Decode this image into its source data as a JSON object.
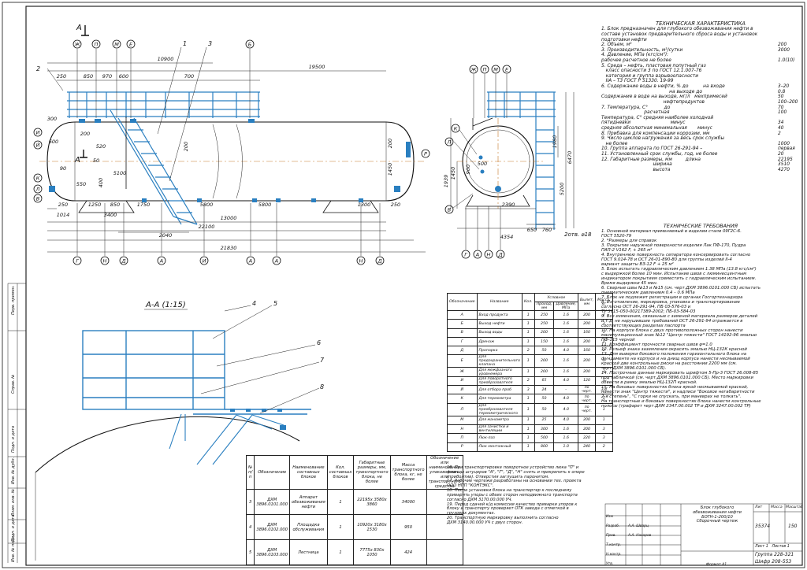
{
  "section_label": "А-А (1:15)",
  "view_marker": "А",
  "letters_top": [
    "Ж",
    "П",
    "М",
    "Е",
    "Б"
  ],
  "letters_side_top": [
    "Ж",
    "П",
    "М",
    "Е"
  ],
  "letters_bottom": [
    "Г",
    "Н",
    "Д",
    "А",
    "И",
    "А",
    "А",
    "Н",
    "Д"
  ],
  "letters_side_bottom": [
    "Г",
    "А",
    "Н",
    "Д"
  ],
  "letters_left": [
    "И",
    "Й",
    "К",
    "Л",
    "В"
  ],
  "letters_side_left": [
    "К",
    "Л",
    "В"
  ],
  "letter_right": "Р",
  "callouts_main": [
    "1",
    "2",
    "3"
  ],
  "callouts_section": [
    "4",
    "5",
    "6",
    "7",
    "8"
  ],
  "dims_main": {
    "d10900": "10900",
    "d19500": "19500",
    "d250": "250",
    "d850": "850",
    "d970": "970",
    "d600": "600",
    "d700": "700",
    "d300": "300",
    "d200": "200",
    "d600b": "600",
    "d520": "520",
    "d5100": "5100",
    "d50": "50",
    "d90": "90",
    "d550": "550",
    "d400": "400",
    "d200c": "200",
    "d1450": "1450",
    "d200r": "200",
    "d250b": "250",
    "d1250": "1250",
    "d850b": "850",
    "d1750": "1750",
    "d5800": "5800",
    "d5800b": "5800",
    "d1300": "1300",
    "d1014": "1014",
    "d3400": "3400",
    "d13000": "13000",
    "d22100": "22100",
    "d2040": "2040",
    "d21830": "21830",
    "d250c": "250"
  },
  "dims_side": {
    "d1939": "1939",
    "d1450": "1450",
    "d900": "900",
    "d500": "500",
    "d2390": "2390",
    "d4354": "4354",
    "d650": "650",
    "d760": "760",
    "d5200": "5200",
    "d6470": "6470",
    "d1980": "1980",
    "note_holes": "2отв. ⌀18"
  },
  "tech_char": {
    "title": "ТЕХНИЧЕСКАЯ ХАРАКТЕРИСТИКА",
    "lines": [
      {
        "t": "1. Блок предназначен для глубокого обезвоживания нефти в",
        "v": ""
      },
      {
        "t": "составе установок предварительного сброса воды и установок",
        "v": ""
      },
      {
        "t": "подготовки нефти",
        "v": ""
      },
      {
        "t": "2. Объем, м³",
        "v": "200"
      },
      {
        "t": "3. Производительность, м³/сутки",
        "v": "3000"
      },
      {
        "t": "4. Давление, МПа (кгс/см²):",
        "v": ""
      },
      {
        "t": "рабочее расчетное не более",
        "v": "1.0(10)"
      },
      {
        "t": "5. Среда – нефть, пластовая попутный газ",
        "v": ""
      },
      {
        "t": "   класс опасности 3 по ГОСТ 12.1.007-76",
        "v": ""
      },
      {
        "t": "   категория и группа взрывоопасности",
        "v": ""
      },
      {
        "t": "   IIА – Т3 ГОСТ Р 51330. 19-99",
        "v": ""
      },
      {
        "t": "6. Содержание воды в нефти, % до          на входе",
        "v": "3–20"
      },
      {
        "t": "                                              на выходе до",
        "v": "0.8"
      },
      {
        "t": "Содержание в воде на выходе, мг/л   мехпримесей",
        "v": "50"
      },
      {
        "t": "                                          нефтепродуктов",
        "v": "100–200"
      },
      {
        "t": "7. Температура, С°           до",
        "v": "70"
      },
      {
        "t": "                             расчетная",
        "v": "100"
      },
      {
        "t": "Температура, С° средняя наиболее холодной",
        "v": ""
      },
      {
        "t": "пятидневки                           минус",
        "v": "34"
      },
      {
        "t": "средняя абсолютная минимальная       минус",
        "v": "40"
      },
      {
        "t": "8. Прибавка для компенсации коррозии, мм",
        "v": "2"
      },
      {
        "t": "9. Число циклов нагружения за весь срок службы",
        "v": ""
      },
      {
        "t": "   не более",
        "v": "1000"
      },
      {
        "t": "10. Группа аппарата по ГОСТ 26-291-94 –",
        "v": "первая"
      },
      {
        "t": "11. Установленный срок службы, год, не более",
        "v": "20"
      },
      {
        "t": "12. Габаритные размеры, мм         длина",
        "v": "22195"
      },
      {
        "t": "                                   ширина",
        "v": "3510"
      },
      {
        "t": "                                   высота",
        "v": "4270"
      }
    ]
  },
  "tech_req": {
    "title": "ТЕХНИЧЕСКИЕ ТРЕБОВАНИЯ",
    "lines": [
      "1. Основной материал применяемый в изделии стали 09Г2С-6.",
      "ГОСТ 5520-79",
      "2. *Размеры для справок",
      "3. Покрытие наружной поверхности изделия Лак ПФ-170, Пудра",
      "ПАП-2 V162 F, + 265 м²",
      "4. Внутреннюю поверхность сепаратора консервировать согласно",
      "ГОСТ 9.014-78 и ОСТ 26-01-890-80 для группы изделий II-4",
      "вариант защиты ВЗ-12 F + 25 м²",
      "5. Блок испытать гидравлическим давлением 1.38 МПа (13.8 кгс/см²)",
      "с выдержкой более 10 мин. Испытание швов с люминесцентным",
      "индикатором покрытием совместить с гидравлическим испытанием.",
      "Время выдержки 45 мин.",
      "6. Сварные швы №13 и №15 (см. черт.ДХМ 3896.0101.000 СБ) испытать",
      "пневматическим давлением 0.4 – 0.6 МПа",
      "7. Блок не подлежит регистрации в органах Госгортехнадзора",
      "8. Изготовление, маркировка, упаковка и транспортирование",
      "согласно ОСТ 26-291-94, ПБ 03-576-03 и",
      "ТУ 3615-050-00217389-2002; ПБ-03-584-03",
      "9. Все изменения, связанные с заменой материала размеров деталей",
      "и т.д. не нарушившие требований ОСТ 26-291-94 отражается в",
      "соответствующих разделах паспорта",
      "10. На корпусе блока с двух противоположных сторон нанести",
      "манипуляционный знак №12 \"Центр тяжести\" ГОСТ 14192-96 эмалью",
      "ПФ-115 черной",
      "11. Коэффициент прочности сварных швов φ=1.0",
      "12. Рельеф знака заземления окрасить эмалью НЦ-132К красной",
      "13. Для выверки бокового положения горизонтального блока на",
      "фундаменте на корпусе и на днищ корпуса нанести несмываемой",
      "краской две контрольные риски на расстоянии 2200 мм (см.",
      "черт.ДХМ 3896.0101.000 СБ).",
      "14. Построчные данные маркировать шрифтом 5-Пр-3 ГОСТ 26.008-85",
      "под табличкой (см. черт.ДХМ 3896.0101.000 СБ). Место маркировки",
      "обвести в рамку эмалью НЦ-132П красной.",
      "15. На боковых поверхностях блока яркой несмываемой краской,",
      "нанести знак \"Центр тяжести\", и надписи \"Боковое негабаритности",
      "2-я степень\", \"С горки не спускать, при маневрах не толкать\".",
      "На транспортные и боковых поверхностях блока нанести контрольные",
      "полосы (трафарет черт.ДХМ 2347.00.002 ТР и ДХМ 3247.00.002 ТР)"
    ]
  },
  "notes_bottom": [
    "16. При транспортировке поворотное устройство люка \"П\" и",
    "фланцы штуцеров \"А\", \"Г\", \"Д\", \"Н\" снять и прикрепить к опоре",
    "(приболтив). Отверстия заглушить паронитом.",
    "17. Рабочие чертежи разработаны на основании тех. проекта",
    "ООО НПП \"КОНТЭКС\".",
    "18. После установки блока на транспортер к последнему",
    "приварить упоры с обеих сторон неподвижного транспорта",
    "согласно ДХМ 3170.00.000 УЧ.",
    "19. Перед сдачей к/д комиссии качество приварки упоров к",
    "блоку и транспорту проверяет ОТК завода с отметкой в",
    "грузовых документах.",
    "20. Транспортную маркировку выполнить согласно",
    "ДХМ 3140.00.000 УЧ с двух сторон."
  ],
  "nozzle_table": {
    "headers": [
      "Обозначение",
      "Название",
      "Кол.",
      "Проход, мм",
      "Давление, МПа",
      "Вылет, мм",
      "Масса, кг"
    ],
    "group_header": "Условное",
    "rows": [
      [
        "А",
        "Вход продукта",
        "1",
        "250",
        "1.6",
        "200",
        "2"
      ],
      [
        "Б",
        "Выход нефти",
        "1",
        "250",
        "1.6",
        "200",
        "3"
      ],
      [
        "В",
        "Выход воды",
        "1",
        "200",
        "1.6",
        "160",
        "1"
      ],
      [
        "Г",
        "Дренаж",
        "1",
        "150",
        "1.6",
        "200",
        "2"
      ],
      [
        "Д",
        "Пропарка",
        "2",
        "50",
        "4.0",
        "160",
        "2"
      ],
      [
        "Е",
        "Для предохранительного клапана",
        "1",
        "200",
        "1.6",
        "200",
        "3"
      ],
      [
        "Ж",
        "Для межфазного уровнемера",
        "1",
        "200",
        "1.6",
        "200",
        "3"
      ],
      [
        "И",
        "Для поворотного преобразователя",
        "2",
        "65",
        "4.0",
        "120",
        "5"
      ],
      [
        "Й",
        "Для отбора проб",
        "3",
        "24",
        "–",
        "по черт.",
        "3/4"
      ],
      [
        "К",
        "Для термометра",
        "1",
        "50",
        "4.0",
        "по черт.",
        "1"
      ],
      [
        "Л",
        "Для преобразователя термометрического",
        "1",
        "50",
        "4.0",
        "по черт.",
        "1"
      ],
      [
        "М",
        "Для манометра",
        "1",
        "25",
        "4.0",
        "200",
        "1"
      ],
      [
        "Н",
        "Для зачистки и вентиляции",
        "1",
        "300",
        "1.6",
        "200",
        "3"
      ],
      [
        "П",
        "Люк-лаз",
        "1",
        "500",
        "1.6",
        "220",
        "3"
      ],
      [
        "Р",
        "Люк монтажный",
        "1",
        "800",
        "1.0",
        "240",
        "2"
      ]
    ]
  },
  "spec_table": {
    "headers": [
      "№ п/п",
      "Обозначение",
      "Наименование составных блоков",
      "Кол. составных блоков",
      "Габаритные размеры, мм, транспортного блока, не более",
      "Масса транспортного блока, кг, не более",
      "Обозначение или наименование упаковочного или транспортного средства"
    ],
    "rows": [
      [
        "3",
        "ДХМ 3896.0101.000",
        "Аппарат обезвоживания нефти",
        "1",
        "22195x 3580x 3860",
        "34000",
        ""
      ],
      [
        "4",
        "ДХМ 3896.0102.000",
        "Площадка обслуживания",
        "1",
        "10920x 3180x 1530",
        "950",
        ""
      ],
      [
        "5",
        "ДХМ 3896.0103.000",
        "Лестница",
        "1",
        "7775x 830x 1050",
        "424",
        ""
      ]
    ]
  },
  "title_block": {
    "name_line1": "Блок глубокого",
    "name_line2": "обезвоживания нефти",
    "name_line3": "БОГН-1-200/10",
    "name_line4": "Сборочный чертеж",
    "doc_no": "35374",
    "mass": "150",
    "scale_label": "Масштаб",
    "mass_label": "Масса",
    "lit_label": "Лит",
    "sheet": "Лист",
    "sheets": "Листов",
    "sheet_no": "1",
    "sheets_no": "1",
    "group": "Группа 228-321",
    "code": "Шифр 208-553",
    "format": "Формат  А1",
    "roles": [
      "Изм",
      "Разраб.",
      "Пров.",
      "Т.контр.",
      "Н.контр.",
      "Утв."
    ],
    "persons": [
      "",
      "А.А. Шварц",
      "А.А. Назаров",
      "",
      "",
      ""
    ]
  },
  "side_strip": [
    "Перв. примен.",
    "Справ. №",
    "Подп. и дата",
    "Инв. № дубл.",
    "Взам. инв. №",
    "Подп. и дата",
    "Инв. № подл."
  ]
}
